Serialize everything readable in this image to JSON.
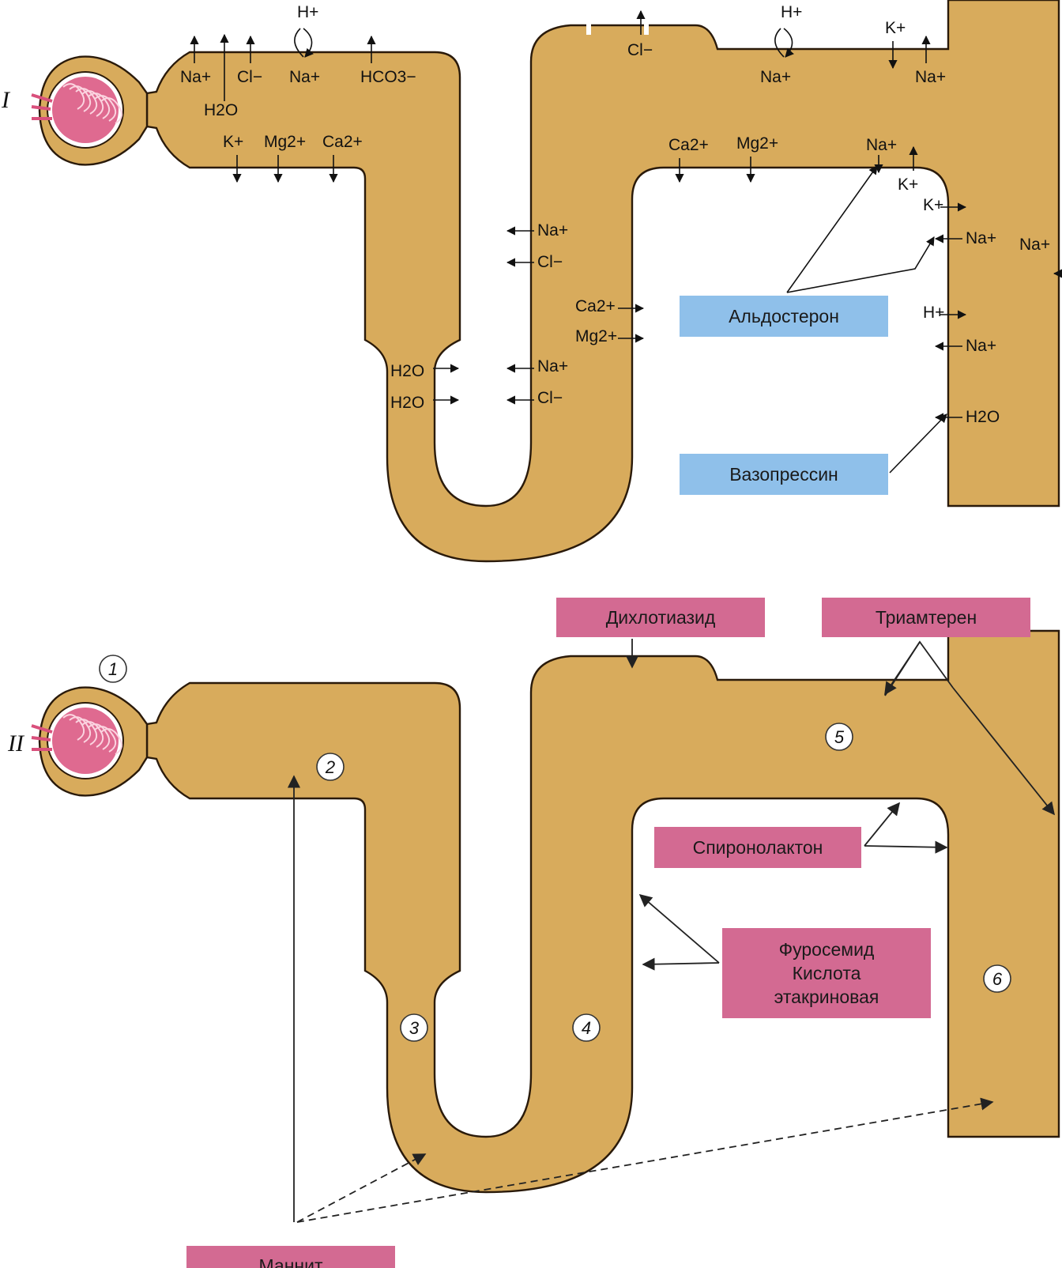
{
  "colors": {
    "tubule": "#d8ab5c",
    "tubule_edge": "#2a1a0a",
    "hormone_box": "#8fc0ea",
    "drug_box": "#d36a92",
    "glomerulus": "#d9507c"
  },
  "diagram": {
    "section_1_label": "I",
    "section_2_label": "II",
    "ions": {
      "na_pct_1": "Na+",
      "cl_pct_1": "Cl−",
      "na_pct_2": "Na+",
      "hco3_pct": "HCO3−",
      "h2o_pct": "H2O",
      "h_pct": "H+",
      "k_pct": "K+",
      "mg_pct": "Mg2+",
      "ca_pct": "Ca2+",
      "na_loop_1": "Na+",
      "cl_loop_1": "Cl−",
      "ca_loop": "Ca2+",
      "mg_loop": "Mg2+",
      "h2o_loop_1": "H2O",
      "h2o_loop_2": "H2O",
      "na_loop_2": "Na+",
      "cl_loop_2": "Cl−",
      "cl_dct": "Cl−",
      "h_dct": "H+",
      "na_dct": "Na+",
      "k_dct_1": "K+",
      "na_dct_2": "Na+",
      "ca_dct": "Ca2+",
      "mg_dct": "Mg2+",
      "na_dct_3": "Na+",
      "k_dct_2": "K+",
      "k_cd": "K+",
      "na_cd_1": "Na+",
      "na_cd_edge": "Na+",
      "h_cd": "H+",
      "na_cd_2": "Na+",
      "h2o_cd": "H2O"
    },
    "hormones": {
      "aldosterone": "Альдостерон",
      "vasopressin": "Вазопрессин"
    },
    "drugs": {
      "dichlothiazide": "Дихлотиазид",
      "triamterene": "Триамтерен",
      "spironolactone": "Спиронолактон",
      "furosemide_line1": "Фуросемид",
      "furosemide_line2": "Кислота",
      "furosemide_line3": "этакриновая",
      "mannitol": "Маннит"
    },
    "segments": {
      "s1": "1",
      "s2": "2",
      "s3": "3",
      "s4": "4",
      "s5": "5",
      "s6": "6"
    }
  }
}
